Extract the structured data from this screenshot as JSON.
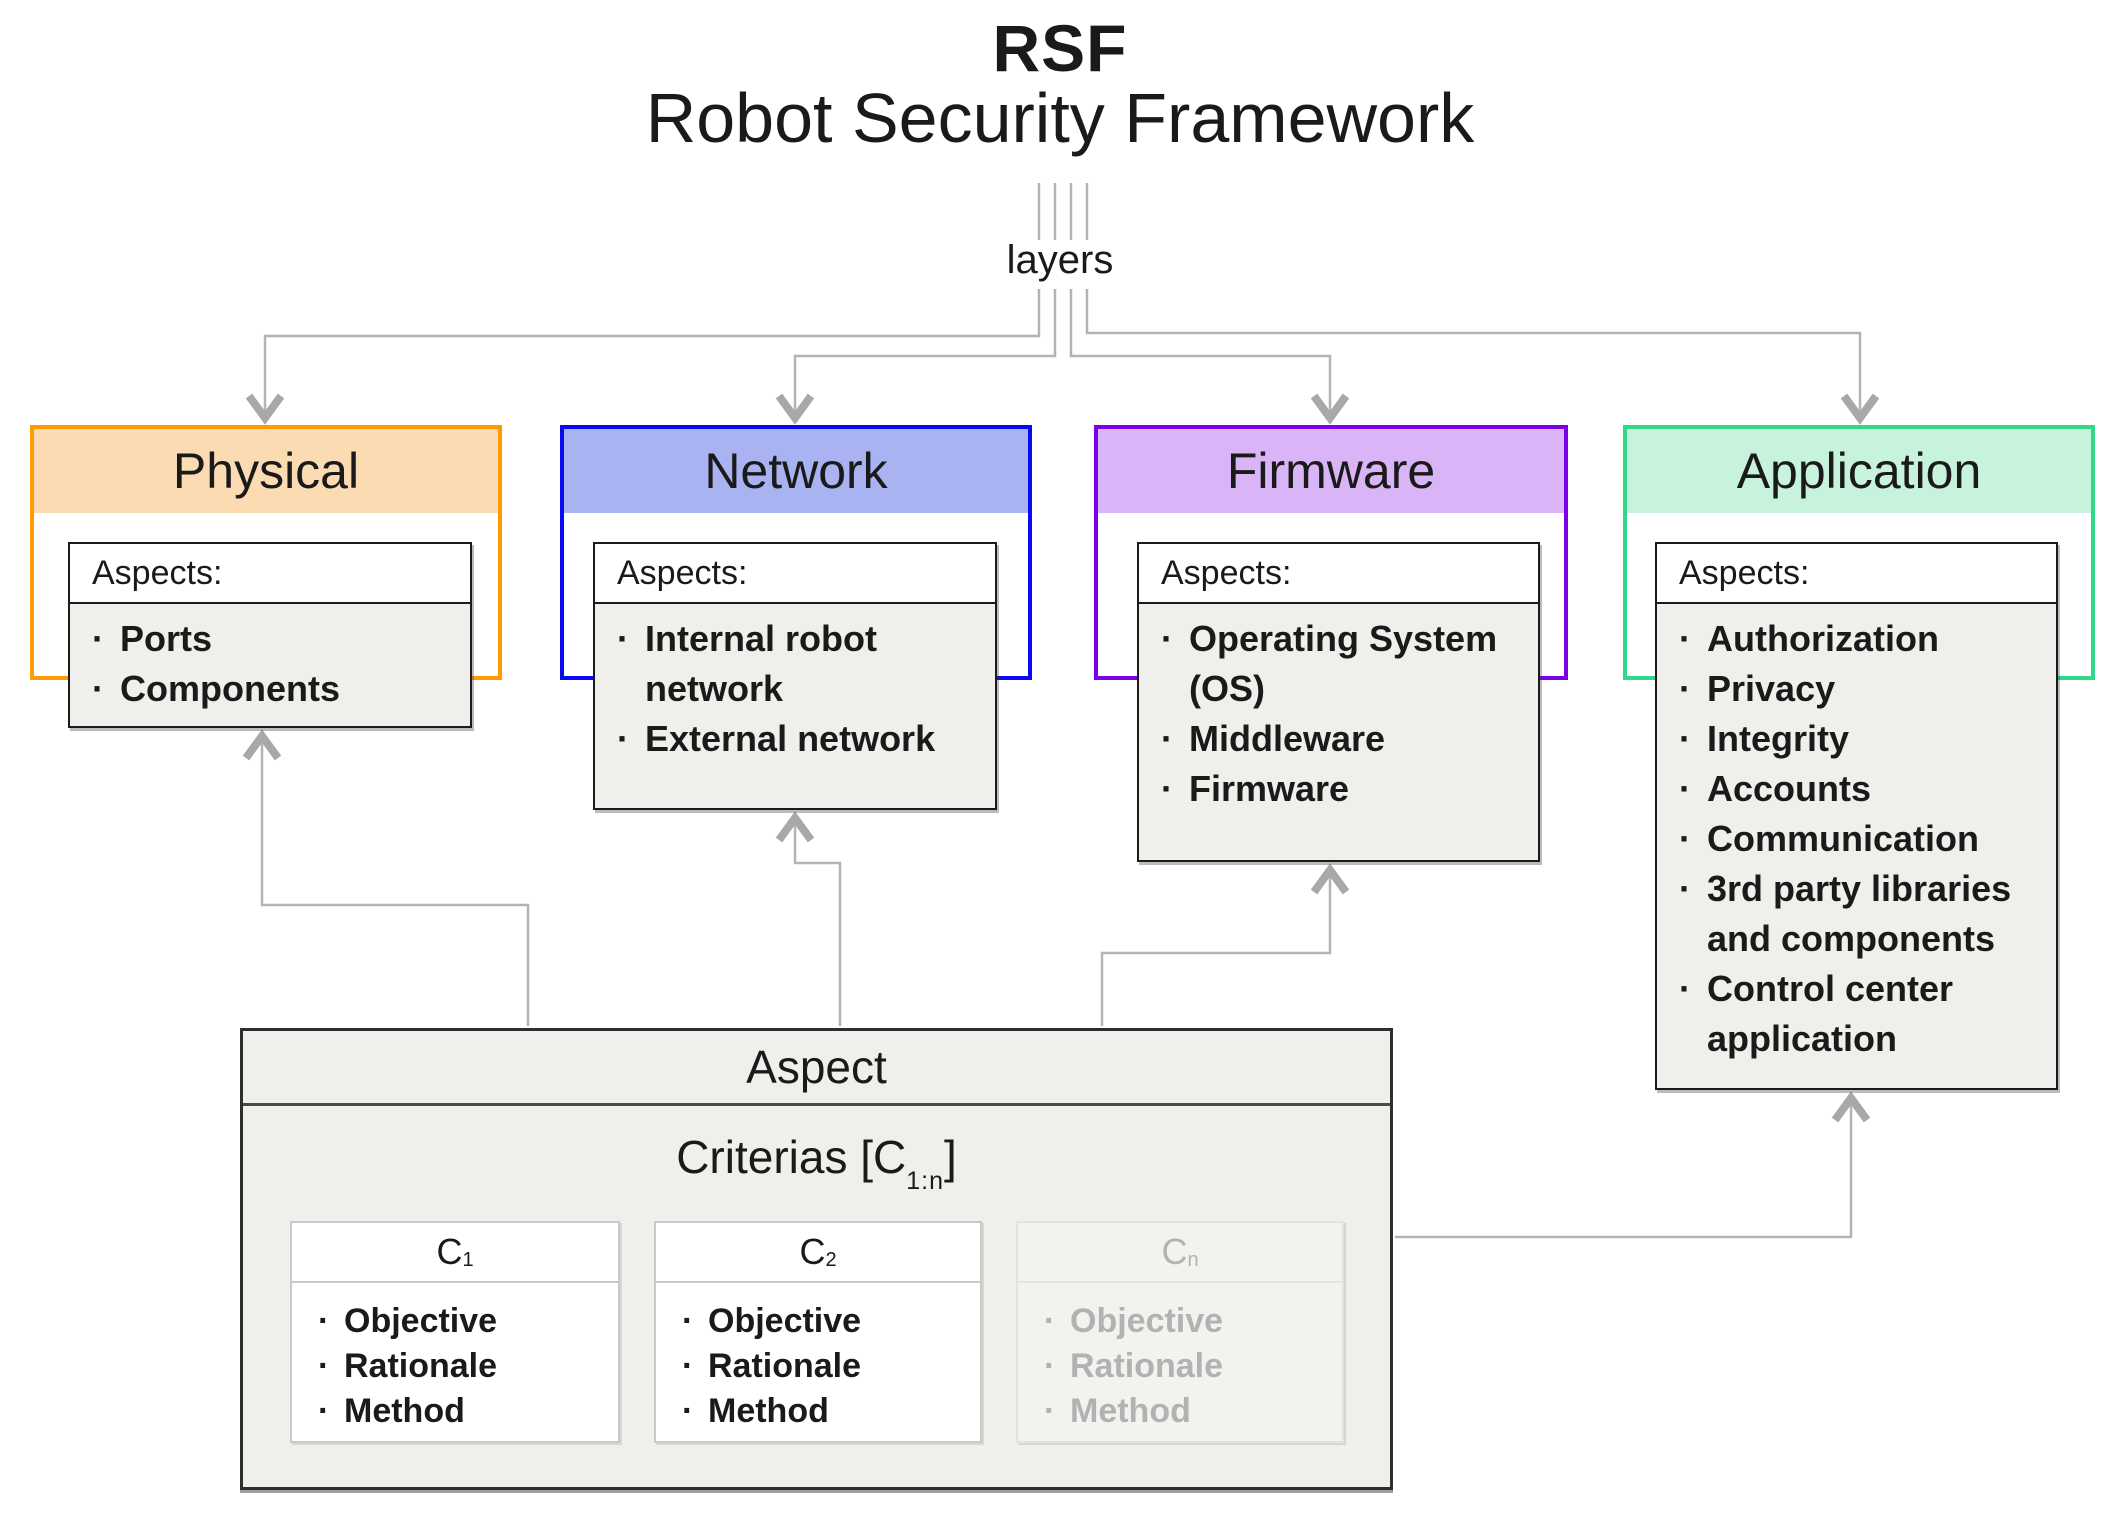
{
  "header": {
    "title": "RSF",
    "subtitle": "Robot Security Framework",
    "layers_label": "layers"
  },
  "aspects_label": "Aspects:",
  "layers": [
    {
      "name": "Physical",
      "border_color": "#ff9a00",
      "fill_color": "#fbdcb2",
      "aspects": [
        "Ports",
        "Components"
      ]
    },
    {
      "name": "Network",
      "border_color": "#0a0af0",
      "fill_color": "#aab3f2",
      "aspects": [
        "Internal robot network",
        "External network"
      ]
    },
    {
      "name": "Firmware",
      "border_color": "#7c00e6",
      "fill_color": "#d9b4f7",
      "aspects": [
        "Operating System (OS)",
        "Middleware",
        "Firmware"
      ]
    },
    {
      "name": "Application",
      "border_color": "#30d98a",
      "fill_color": "#c7f3dd",
      "aspects": [
        "Authorization",
        "Privacy",
        "Integrity",
        "Accounts",
        "Communication",
        "3rd party libraries and components",
        "Control center application"
      ]
    }
  ],
  "aspect_panel": {
    "title": "Aspect",
    "criterias": {
      "prefix": "Criterias [C",
      "sub": "1:n",
      "suffix": "]"
    },
    "cards": [
      {
        "label": "C",
        "sub": "1",
        "items": [
          "Objective",
          "Rationale",
          "Method"
        ],
        "muted": false
      },
      {
        "label": "C",
        "sub": "2",
        "items": [
          "Objective",
          "Rationale",
          "Method"
        ],
        "muted": false
      },
      {
        "label": "C",
        "sub": "n",
        "items": [
          "Objective",
          "Rationale",
          "Method"
        ],
        "muted": true
      }
    ]
  },
  "colors": {
    "connector": "#b3b3b3",
    "arrow": "#a8a8a8"
  }
}
